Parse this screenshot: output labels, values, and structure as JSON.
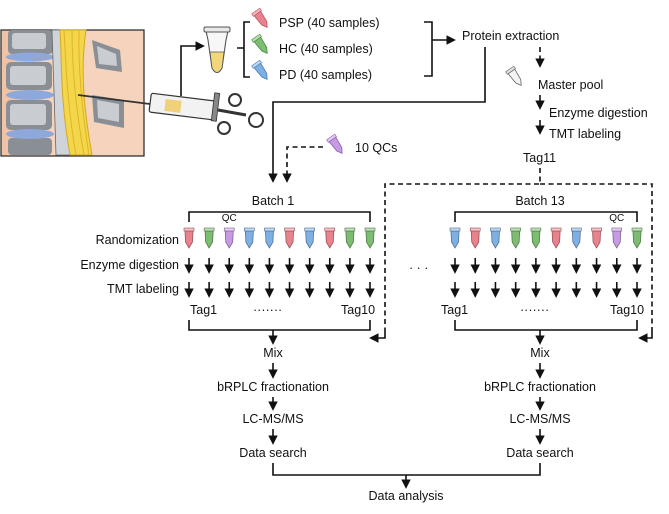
{
  "groups": [
    {
      "label": "PSP (40 samples)",
      "color": "#e8828c"
    },
    {
      "label": "HC (40 samples)",
      "color": "#7cbd72"
    },
    {
      "label": "PD (40 samples)",
      "color": "#7fb0e3"
    }
  ],
  "protein_extraction": "Protein extraction",
  "master_pool": "Master pool",
  "master_steps": {
    "enzyme": "Enzyme digestion",
    "tmt": "TMT labeling",
    "tag11": "Tag11"
  },
  "qcs": {
    "label": "10 QCs",
    "color": "#c79be3"
  },
  "row_labels": {
    "randomization": "Randomization",
    "enzyme": "Enzyme digestion",
    "tmt": "TMT labeling"
  },
  "batches": [
    {
      "title": "Batch 1",
      "qc": "QC",
      "tag_first": "Tag1",
      "tag_last": "Tag10",
      "dots": "·······",
      "tube_colors": [
        "#e8828c",
        "#7cbd72",
        "#c79be3",
        "#7fb0e3",
        "#7fb0e3",
        "#e8828c",
        "#7fb0e3",
        "#e8828c",
        "#7cbd72",
        "#7cbd72"
      ]
    },
    {
      "title": "Batch 13",
      "qc": "QC",
      "tag_first": "Tag1",
      "tag_last": "Tag10",
      "dots": "·······",
      "tube_colors": [
        "#7fb0e3",
        "#e8828c",
        "#7fb0e3",
        "#7cbd72",
        "#7cbd72",
        "#e8828c",
        "#7fb0e3",
        "#e8828c",
        "#c79be3",
        "#7cbd72"
      ]
    }
  ],
  "between_dots": "· · ·",
  "pipeline": [
    "Mix",
    "bRPLC fractionation",
    "LC-MS/MS",
    "Data search"
  ],
  "final": "Data analysis"
}
